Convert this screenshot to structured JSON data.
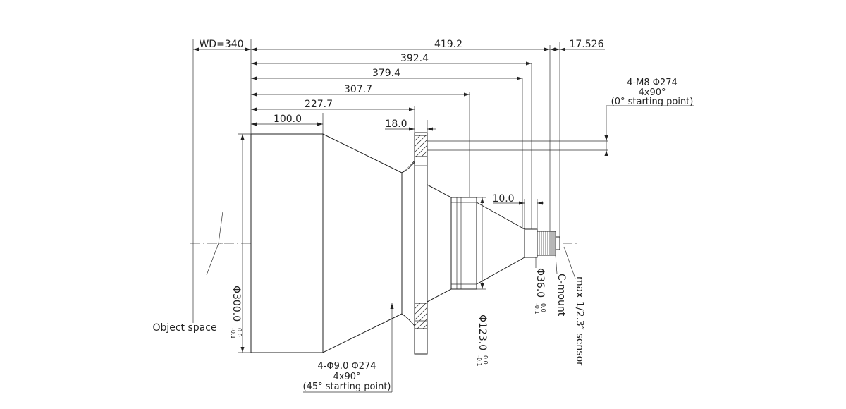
{
  "dimensions": {
    "wd": "WD=340",
    "total_length": "419.2",
    "len_392": "392.4",
    "len_379": "379.4",
    "len_307": "307.7",
    "len_227": "227.7",
    "len_100": "100.0",
    "flange_thickness": "18.0",
    "back_len": "10.0",
    "back_focal": "17.526"
  },
  "diameters": {
    "front": {
      "prefix": "Φ300.0",
      "upper": "0.0",
      "lower": "-0.1"
    },
    "mid": {
      "prefix": "Φ123.0",
      "upper": "0.0",
      "lower": "-0.1"
    },
    "rear": {
      "prefix": "Φ36.0",
      "upper": "0.0",
      "lower": "-0.1"
    }
  },
  "notes": {
    "top_holes": {
      "line1": "4-M8  Φ274",
      "line2": "4x90°",
      "line3": "(0° starting point)"
    },
    "bottom_holes": {
      "line1": "4-Φ9.0  Φ274",
      "line2": "4x90°",
      "line3": "(45° starting point)"
    }
  },
  "labels": {
    "object_space": "Object space",
    "mount": "C-mount",
    "sensor": "max 1/2.3″  sensor"
  }
}
